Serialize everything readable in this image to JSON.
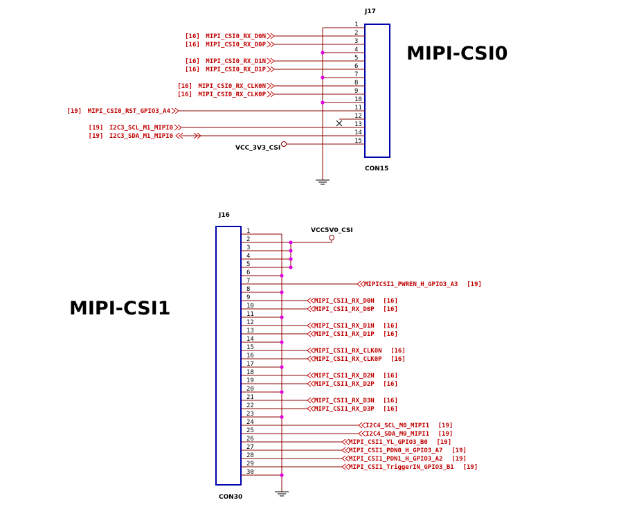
{
  "sections": {
    "csi0": {
      "title": "MIPI-CSI0",
      "refdes": "J17",
      "part": "CON15",
      "vcc": "VCC_3V3_CSI",
      "nc_pin": "12",
      "pins": [
        "1",
        "2",
        "3",
        "4",
        "5",
        "6",
        "7",
        "8",
        "9",
        "10",
        "11",
        "12",
        "13",
        "14",
        "15"
      ],
      "nets": [
        {
          "pin": "2",
          "name": "MIPI_CSI0_RX_D0N",
          "ref": "[16]"
        },
        {
          "pin": "3",
          "name": "MIPI_CSI0_RX_D0P",
          "ref": "[16]"
        },
        {
          "pin": "5",
          "name": "MIPI_CSI0_RX_D1N",
          "ref": "[16]"
        },
        {
          "pin": "6",
          "name": "MIPI_CSI0_RX_D1P",
          "ref": "[16]"
        },
        {
          "pin": "8",
          "name": "MIPI_CSI0_RX_CLK0N",
          "ref": "[16]"
        },
        {
          "pin": "9",
          "name": "MIPI_CSI0_RX_CLK0P",
          "ref": "[16]"
        },
        {
          "pin": "11",
          "name": "MIPI_CSI0_RST_GPIO3_A4",
          "ref": "[19]"
        },
        {
          "pin": "13",
          "name": "I2C3_SCL_M1_MIPI0",
          "ref": "[19]"
        },
        {
          "pin": "14",
          "name": "I2C3_SDA_M1_MIPI0",
          "ref": "[19]"
        }
      ]
    },
    "csi1": {
      "title": "MIPI-CSI1",
      "refdes": "J16",
      "part": "CON30",
      "vcc": "VCC5V0_CSI",
      "pins": [
        "1",
        "2",
        "3",
        "4",
        "5",
        "6",
        "7",
        "8",
        "9",
        "10",
        "11",
        "12",
        "13",
        "14",
        "15",
        "16",
        "17",
        "18",
        "19",
        "20",
        "21",
        "22",
        "23",
        "24",
        "25",
        "26",
        "27",
        "28",
        "29",
        "30"
      ],
      "nets": [
        {
          "pin": "7",
          "name": "MIPICSI1_PWREN_H_GPIO3_A3",
          "ref": "[19]"
        },
        {
          "pin": "9",
          "name": "MIPI_CSI1_RX_D0N",
          "ref": "[16]"
        },
        {
          "pin": "10",
          "name": "MIPI_CSI1_RX_D0P",
          "ref": "[16]"
        },
        {
          "pin": "12",
          "name": "MIPI_CSI1_RX_D1N",
          "ref": "[16]"
        },
        {
          "pin": "13",
          "name": "MIPI_CSI1_RX_D1P",
          "ref": "[16]"
        },
        {
          "pin": "15",
          "name": "MIPI_CSI1_RX_CLK0N",
          "ref": "[16]"
        },
        {
          "pin": "16",
          "name": "MIPI_CSI1_RX_CLK0P",
          "ref": "[16]"
        },
        {
          "pin": "18",
          "name": "MIPI_CSI1_RX_D2N",
          "ref": "[16]"
        },
        {
          "pin": "19",
          "name": "MIPI_CSI1_RX_D2P",
          "ref": "[16]"
        },
        {
          "pin": "21",
          "name": "MIPI_CSI1_RX_D3N",
          "ref": "[16]"
        },
        {
          "pin": "22",
          "name": "MIPI_CSI1_RX_D3P",
          "ref": "[16]"
        },
        {
          "pin": "24",
          "name": "I2C4_SCL_M0_MIPI1",
          "ref": "[19]"
        },
        {
          "pin": "25",
          "name": "I2C4_SDA_M0_MIPI1",
          "ref": "[19]"
        },
        {
          "pin": "26",
          "name": "MIPI_CSI1_YL_GPIO3_B0",
          "ref": "[19]"
        },
        {
          "pin": "27",
          "name": "MIPI_CSI1_PDN0_H_GPIO3_A7",
          "ref": "[19]"
        },
        {
          "pin": "28",
          "name": "MIPI_CSI1_PDN1_H_GPIO3_A2",
          "ref": "[19]"
        },
        {
          "pin": "29",
          "name": "MIPI_CSI1_TriggerIN_GPIO3_B1",
          "ref": "[19]"
        }
      ]
    }
  },
  "colors": {
    "net": "#c00000",
    "wire": "#8b0000",
    "body": "#0000aa",
    "junction": "#e000e0"
  }
}
